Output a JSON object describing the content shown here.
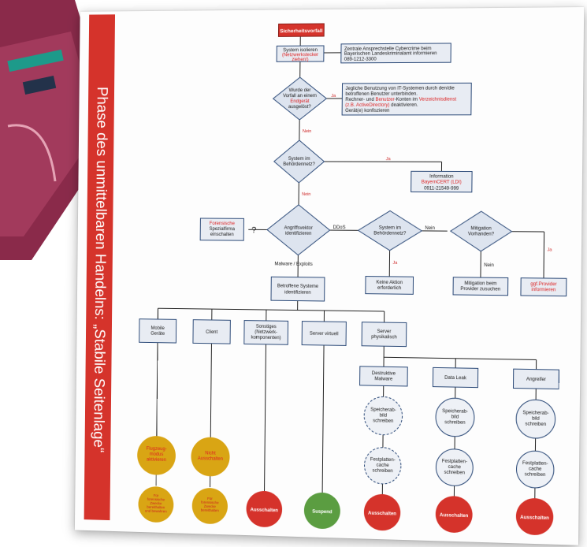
{
  "title": "Phase des unmittelbaren Handelns: „Stabile Seitenlage“",
  "start": "Sicherheitsvorfall",
  "isolate": {
    "l1": "System isolieren",
    "l2": "(Netzwerkstecker",
    "l3": "ziehen!)"
  },
  "zac": {
    "l1": "Zentrale Ansprechstelle Cybercrime beim",
    "l2": "Bayerischen Landeskriminalamt informieren",
    "l3": "089-1212-3300"
  },
  "q_endgeraet": {
    "l1": "Wurde der",
    "l2": "Vorfall an einem",
    "l3": "Endgerät",
    "l4": "ausgelöst?"
  },
  "action_user": {
    "l1": "Jegliche Benutzung von IT-Systemen durch den/die",
    "l2": "betroffenen Benutzer unterbinden.",
    "l3a": "Rechner- und ",
    "l3b": "Benutzer",
    "l3c": "-Konten im ",
    "l3d": "Verzeichnisdienst",
    "l4a": "(z.B. ActiveDirectory)",
    "l4b": " deaktivieren.",
    "l5": "Gerät(e) konfiszieren"
  },
  "q_behoerdennetz1": {
    "l1": "System im",
    "l2": "Behördennetz?"
  },
  "bayerncert": {
    "l1": "Information",
    "l2": "BayernCERT (LDI)",
    "l3": "0911-21549-999"
  },
  "q_angriffsvektor": {
    "l1": "Angriffsvektor",
    "l2": "identifizieren"
  },
  "forensik": {
    "l1": "Forensische",
    "l2": "Spezialfirma",
    "l3": "einschalten"
  },
  "question_mark": "?",
  "q_behoerdennetz2": {
    "l1": "System im",
    "l2": "Behördennetz?"
  },
  "q_mitigation": {
    "l1": "Mitigation",
    "l2": "Vorhanden?"
  },
  "keine_aktion": {
    "l1": "Keine Aktion",
    "l2": "erforderlich"
  },
  "mitigation_provider": {
    "l1": "Mitigation beim",
    "l2": "Provider zusuchen"
  },
  "ggf_provider": {
    "l1": "ggf.Provider",
    "l2": "informieren"
  },
  "affected": {
    "l1": "Betroffene Systeme",
    "l2": "identifizieren"
  },
  "labels": {
    "ja": "Ja",
    "nein": "Nein",
    "ddos": "DDoS",
    "malware_exploits": "Malware / Exploits"
  },
  "cats": {
    "mobile": {
      "l1": "Mobile",
      "l2": "Geräte"
    },
    "client": "Client",
    "sonstiges": {
      "l1": "Sonstiges",
      "l2": "(Netzwerk-",
      "l3": "komponenten)"
    },
    "server_virtuell": "Server virtuell",
    "server_phys": {
      "l1": "Server",
      "l2": "physikalisch"
    }
  },
  "sub": {
    "destruktiv": {
      "l1": "Destruktive",
      "l2": "Malware"
    },
    "dataleak": "Data Leak",
    "angreifer": "Angreifer"
  },
  "speicher": {
    "l1": "Speicherab-",
    "l2": "bild",
    "l3": "schreiben"
  },
  "festplatte": {
    "l1": "Festplatten-",
    "l2": "cache",
    "l3": "schreiben"
  },
  "flugzeug": {
    "l1": "Flugzeug-",
    "l2": "modus",
    "l3": "aktivieren"
  },
  "nicht_aus": {
    "l1": "Nicht",
    "l2": "Ausschalten"
  },
  "forensic_keep": {
    "l1": "Für",
    "l2": "forensische",
    "l3": "Zwecke",
    "l4": "bereithalten",
    "l5": "und bewahren"
  },
  "forensic_keep2": {
    "l1": "Für",
    "l2": "forensische",
    "l3": "Zwecke",
    "l4": "bereithalten"
  },
  "ausschalten": "Ausschalten",
  "suspend": "Suspend",
  "colors": {
    "red": "#d5332b",
    "yellow": "#d9a514",
    "green": "#5b9d41",
    "box": "#e8ecf3",
    "border": "#2c4a78"
  }
}
